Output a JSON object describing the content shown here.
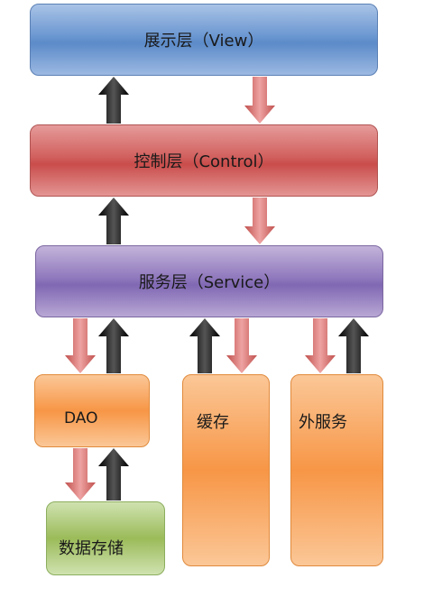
{
  "diagram": {
    "layers": {
      "view": "展示层（View）",
      "control": "控制层（Control）",
      "service": "服务层（Service）"
    },
    "components": {
      "dao": "DAO",
      "cache": "缓存",
      "external_service": "外服务",
      "storage": "数据存储"
    },
    "colors": {
      "view": "#6b97d1",
      "control": "#c94d4b",
      "service": "#8068b3",
      "component": "#f79646",
      "storage": "#9bbb59",
      "up_arrow": "#000000",
      "down_arrow": "#d9534f"
    }
  }
}
